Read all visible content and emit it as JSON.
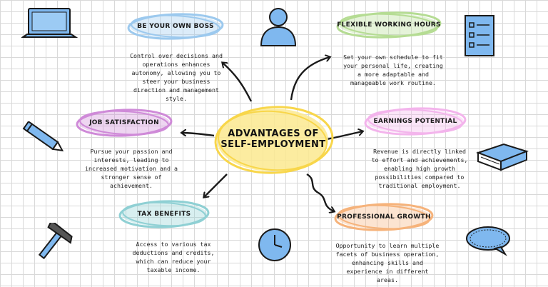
{
  "center": {
    "title": "ADVANTAGES OF SELF-EMPLOYMENT"
  },
  "topics": [
    {
      "id": "own-boss",
      "label": "BE YOUR OWN BOSS",
      "color": "#9cc9ee",
      "description": "Control over decisions and operations enhances autonomy, allowing you to steer your business direction and management style."
    },
    {
      "id": "flexible-hours",
      "label": "FLEXIBLE WORKING HOURS",
      "color": "#b5dc93",
      "description": "Set your own schedule to fit your personal life, creating a more adaptable and manageable work routine."
    },
    {
      "id": "job-satisfaction",
      "label": "JOB SATISFACTION",
      "color": "#cf8ad8",
      "description": "Pursue your passion and interests, leading to increased motivation and a stronger sense of achievement."
    },
    {
      "id": "earnings-potential",
      "label": "EARNINGS POTENTIAL",
      "color": "#f3b4ec",
      "description": "Revenue is directly linked to effort and achievements, enabling high growth possibilities compared to traditional employment."
    },
    {
      "id": "tax-benefits",
      "label": "TAX BENEFITS",
      "color": "#8fd0d4",
      "description": "Access to various tax deductions and credits, which can reduce your taxable income."
    },
    {
      "id": "professional-growth",
      "label": "PROFESSIONAL GROWTH",
      "color": "#f6b37b",
      "description": "Opportunity to learn multiple facets of business operation, enhancing skills and experience in different areas."
    }
  ],
  "colors": {
    "center": "#f8e27a",
    "icon_fill": "#7fb8ef",
    "stroke": "#1a1a1a"
  },
  "icons": [
    "laptop-icon",
    "user-icon",
    "checklist-icon",
    "pencil-icon",
    "book-icon",
    "hammer-icon",
    "clock-icon",
    "speech-bubble-icon"
  ]
}
